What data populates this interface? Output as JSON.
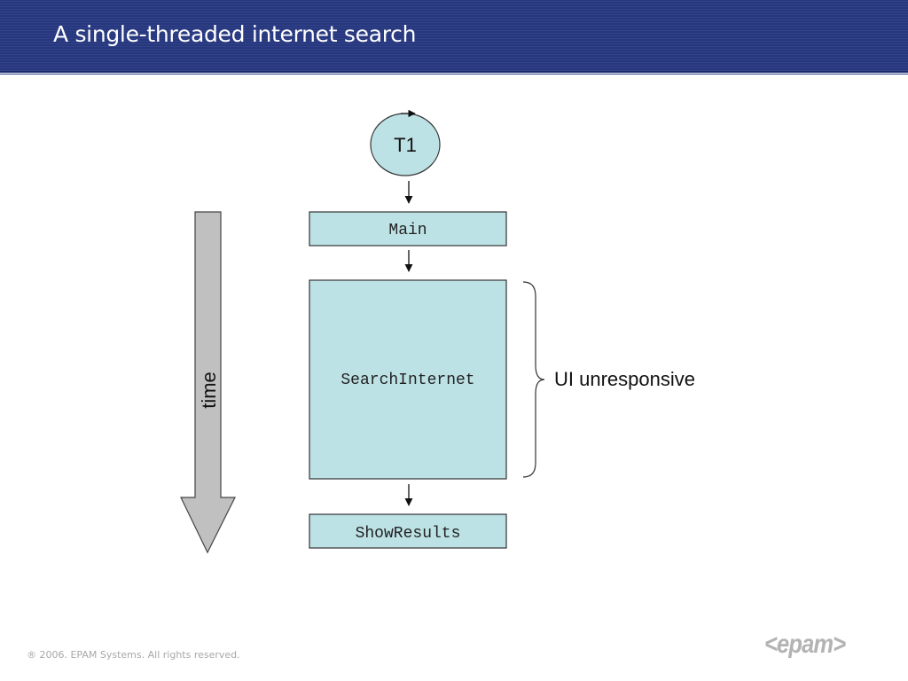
{
  "slide": {
    "title": "A single-threaded internet search"
  },
  "diagram": {
    "thread_label": "T1",
    "time_label": "time",
    "boxes": [
      "Main",
      "SearchInternet",
      "ShowResults"
    ],
    "brace_label": "UI unresponsive",
    "colors": {
      "box_fill": "#bde2e6",
      "box_stroke": "#333333",
      "time_arrow_fill": "#c0c0c0",
      "header_bg": "#26377f"
    }
  },
  "footer": {
    "copyright": "® 2006. EPAM Systems. All rights reserved.",
    "logo": "<epam>"
  }
}
